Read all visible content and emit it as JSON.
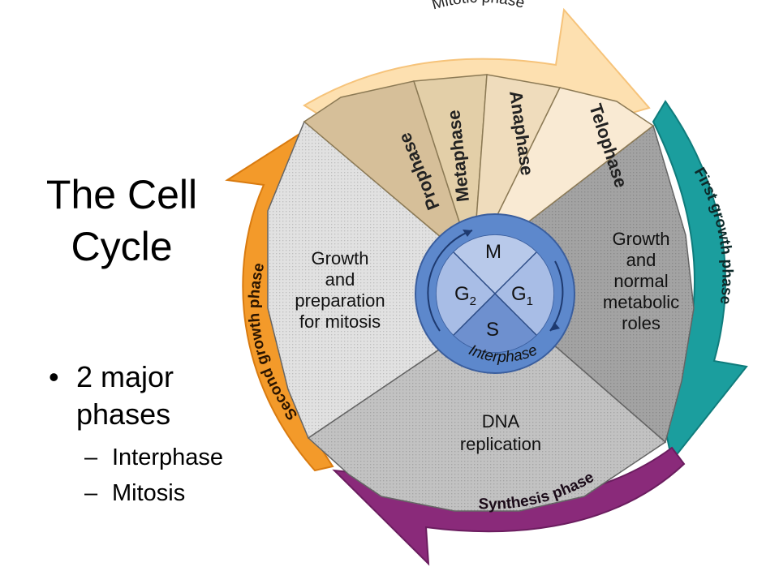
{
  "slide": {
    "title_line1": "The Cell",
    "title_line2": "Cycle",
    "bullet_main_line1": "2 major",
    "bullet_main_line2": "phases",
    "bullet_marker": "•",
    "dash_marker": "–",
    "sub_bullets": [
      "Interphase",
      "Mitosis"
    ]
  },
  "diagram": {
    "mitotic_phase": "Mitotic phase",
    "mitosis_stages": [
      "Prophase",
      "Metaphase",
      "Anaphase",
      "Telophase"
    ],
    "first_growth_phase": "First growth phase",
    "synthesis_phase": "Synthesis phase",
    "second_growth_phase": "Second growth phase",
    "g1_text": [
      "Growth",
      "and",
      "normal",
      "metabolic",
      "roles"
    ],
    "s_text": [
      "DNA",
      "replication"
    ],
    "g2_text": [
      "Growth",
      "and",
      "preparation",
      "for mitosis"
    ],
    "center": {
      "m": "M",
      "g": "G",
      "sub1": "1",
      "sub2": "2",
      "s": "S",
      "ring_label": "Interphase"
    },
    "colors": {
      "mitotic_arrow": "#fde0b0",
      "first_growth_arrow": "#1b9e9e",
      "synthesis_arrow": "#8a2a7a",
      "second_growth_arrow": "#f39a2a",
      "prophase": "#d6bf99",
      "metaphase": "#e3cfa8",
      "anaphase": "#efdcbc",
      "telophase": "#f9ead3",
      "g1_wedge": "#a3a3a3",
      "s_wedge": "#c2c2c2",
      "g2_wedge": "#e1e1e1",
      "center_ring": "#5d88cc"
    }
  }
}
